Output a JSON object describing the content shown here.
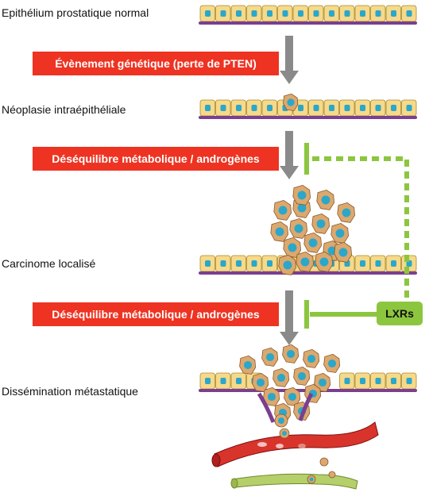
{
  "stages": [
    {
      "id": "normal",
      "label": "Epithélium prostatique normal"
    },
    {
      "id": "pin",
      "label": "Néoplasie intraépithéliale"
    },
    {
      "id": "localized",
      "label": "Carcinome localisé"
    },
    {
      "id": "metastatic",
      "label": "Dissémination métastatique"
    }
  ],
  "events": [
    {
      "label": "Évènement génétique (perte de PTEN)"
    },
    {
      "label": "Déséquilibre métabolique / androgènes"
    },
    {
      "label": "Déséquilibre métabolique / androgènes"
    }
  ],
  "regulator": {
    "label": "LXRs"
  },
  "colors": {
    "event_red": "#ee3322",
    "lxr_green": "#8cc63f",
    "arrow_gray": "#8a8a8a",
    "cell_fill": "#f6d98a",
    "nucleus": "#2ba7c9",
    "basement": "#7b3f8f",
    "tumor_cell": "#dca86e",
    "vessel_red": "#d9342b",
    "lymph_green": "#b5cf6b"
  }
}
